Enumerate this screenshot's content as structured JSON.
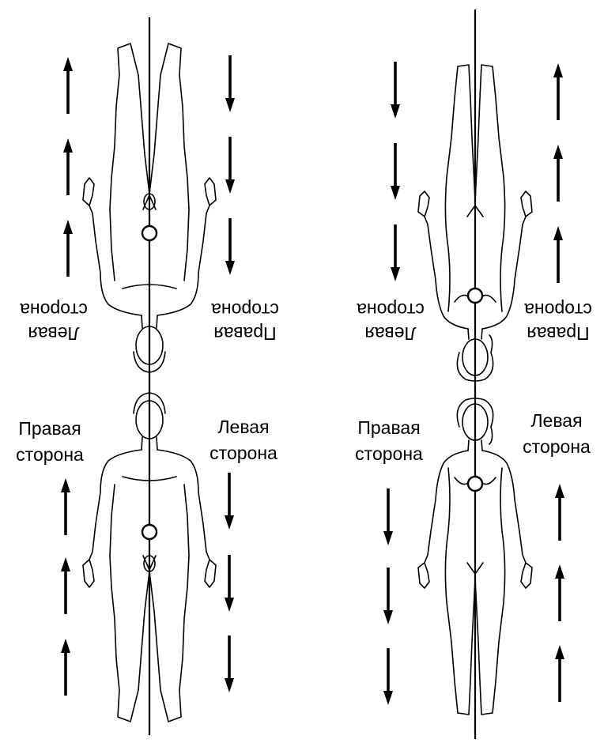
{
  "labels": {
    "right_side": [
      "Правая",
      "сторона"
    ],
    "left_side": [
      "Левая",
      "сторона"
    ]
  },
  "colors": {
    "line": "#000000",
    "background": "#ffffff"
  }
}
